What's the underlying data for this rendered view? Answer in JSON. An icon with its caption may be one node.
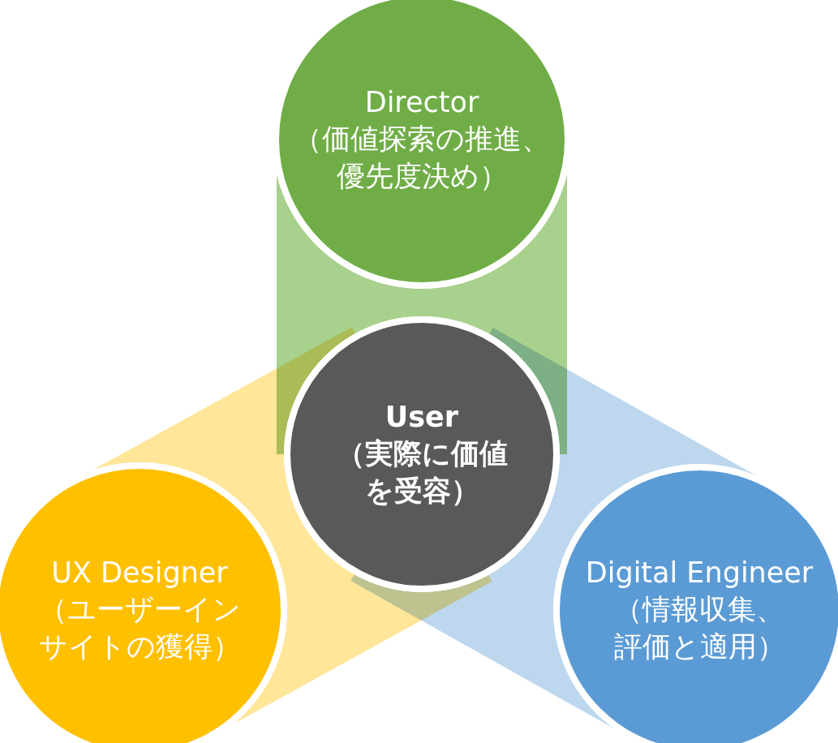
{
  "diagram": {
    "nodes": [
      {
        "text": [
          "Director",
          "（価値探索の推進、優先度決め）"
        ]
      },
      {
        "text": [
          "User",
          "（実際に価値を受容）"
        ]
      },
      {
        "text": [
          "UX Designer",
          "（ユーザーインサイトの獲得）"
        ]
      },
      {
        "text": [
          "Digital Engineer",
          "（情報収集、評価と適用）"
        ]
      },
      {
        "text": [],
        "shape": "band"
      },
      {
        "text": [],
        "shape": "band"
      },
      {
        "text": [],
        "shape": "band"
      }
    ]
  }
}
